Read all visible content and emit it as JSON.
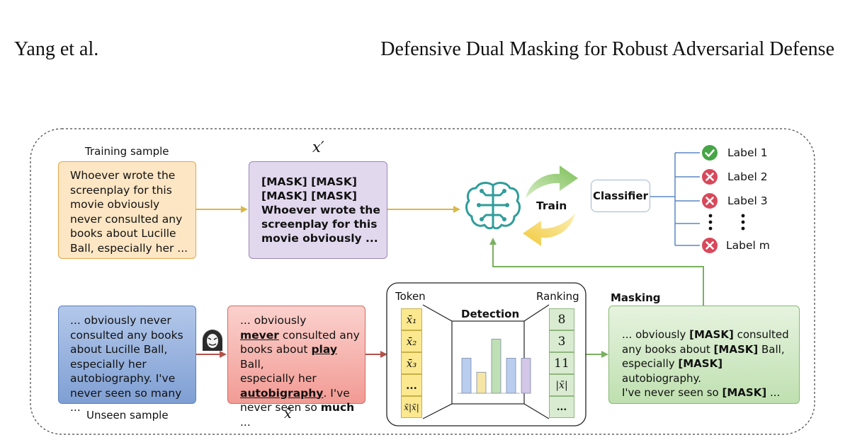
{
  "header": {
    "left": "Yang et al.",
    "right": "Defensive Dual Masking for Robust Adversarial Defense"
  },
  "training": {
    "label": "Training sample",
    "text": "Whoever wrote the screenplay for this movie obviously never consulted any books about Lucille Ball, especially her ..."
  },
  "masked_train": {
    "label": "x′",
    "lines": [
      "[MASK] [MASK]",
      "[MASK] [MASK]",
      "Whoever wrote the",
      "screenplay for this",
      "movie obviously ..."
    ]
  },
  "train_label": "Train",
  "classifier": {
    "label": "Classifier",
    "outputs": [
      {
        "label": "Label 1",
        "status": "correct"
      },
      {
        "label": "Label 2",
        "status": "wrong"
      },
      {
        "label": "Label 3",
        "status": "wrong"
      },
      {
        "label": "Label m",
        "status": "wrong"
      }
    ]
  },
  "unseen": {
    "label": "Unseen sample",
    "text": "... obviously never consulted any books about Lucille Ball, especially her autobiography. I've never seen so many ..."
  },
  "adversarial": {
    "label": "x̄",
    "parts": {
      "p1": "... obviously",
      "w1": "mever",
      "p2": " consulted any",
      "p3": "books about ",
      "w2": "play",
      "p4": " Ball,",
      "p5": "especially her",
      "w3": "autobigraphy",
      "p6": ". I've",
      "p7": "never seen so ",
      "w4": "much",
      "p8": " ..."
    }
  },
  "detection": {
    "token_label": "Token",
    "ranking_label": "Ranking",
    "title": "Detection",
    "tokens": [
      "x̄₁",
      "x̄₂",
      "x̄₃",
      "...",
      "x̄|x̄|"
    ],
    "ranks": [
      "8",
      "3",
      "11",
      "|x̄|",
      "..."
    ],
    "bars": [
      0.55,
      0.33,
      0.85,
      0.55,
      0.55
    ],
    "bar_colors": [
      "#b9cdef",
      "#f6e6a6",
      "#bfe0b5",
      "#b9cdef",
      "#d3c6e6"
    ]
  },
  "masking": {
    "label": "Masking",
    "lines": [
      {
        "a": "... obviously ",
        "m": "[MASK]",
        "b": " consulted"
      },
      {
        "a": "any books about ",
        "m": "[MASK]",
        "b": " Ball,"
      },
      {
        "a": "especially ",
        "m": "[MASK]",
        "b": " autobiography."
      },
      {
        "a": "I've never seen so ",
        "m": "[MASK]",
        "b": " ..."
      }
    ]
  },
  "colors": {
    "training_fill": "#fde6c4",
    "training_border": "#e2a64a",
    "masked_fill": "#e2d8ee",
    "masked_border": "#9b85b8",
    "unseen_fill": "#7f9fd3",
    "adv_fill": "#f4a8a2",
    "adv_border": "#d06a62",
    "masking_fill": "#d4ebca",
    "masking_border": "#87b873",
    "arrow_yellow": "#d9b84a",
    "arrow_green": "#7bb060",
    "arrow_red": "#b5524a",
    "brain": "#2f9d9a",
    "check": "#46a546",
    "cross": "#d9485a"
  }
}
